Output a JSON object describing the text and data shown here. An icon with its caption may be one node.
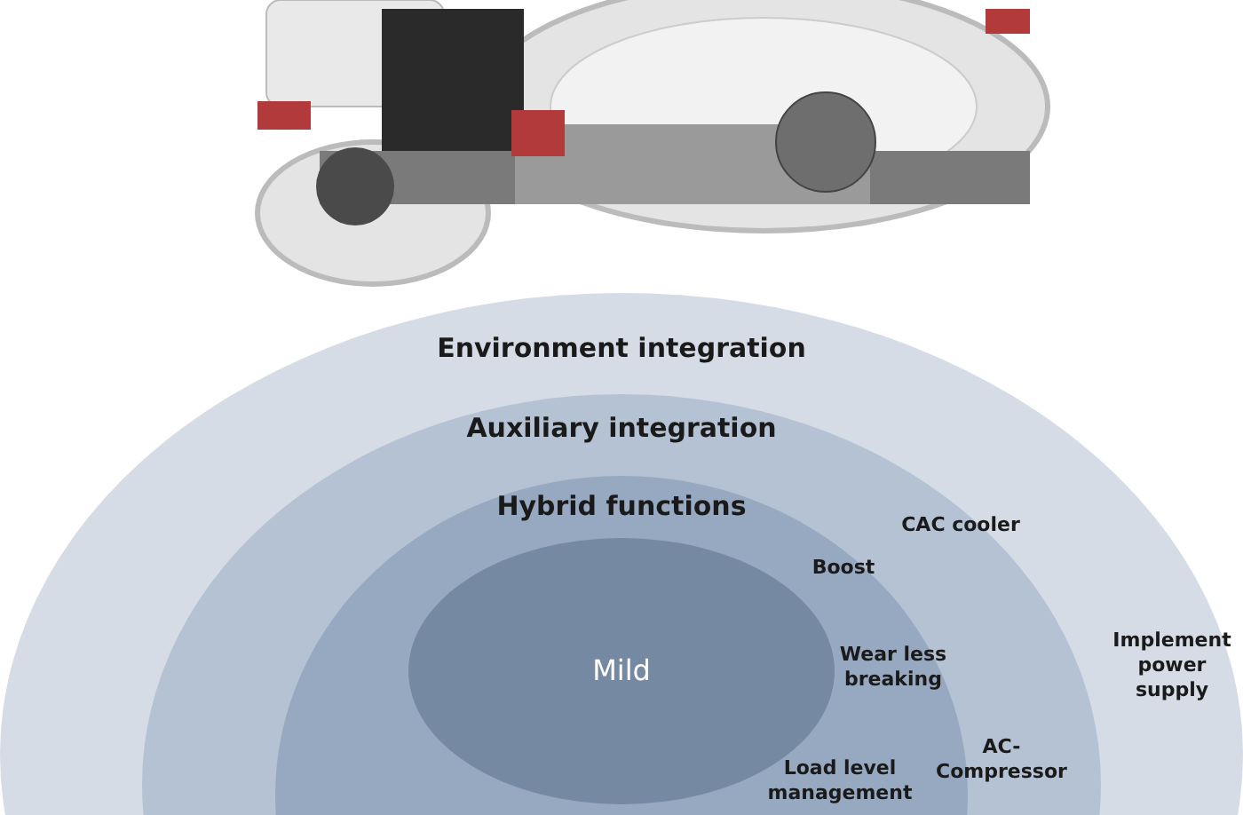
{
  "diagram": {
    "nodes": [
      {
        "text": [
          "Environment integration"
        ]
      },
      {
        "text": [
          "Auxiliary integration"
        ],
        "in": 0
      },
      {
        "text": [
          "Hybrid functions"
        ],
        "in": 1
      },
      {
        "text": [
          "Mild"
        ],
        "in": 2
      }
    ],
    "labels": [
      "CAC cooler",
      "Boost",
      "Wear less breaking",
      "Implement power supply",
      "AC-Compressor",
      "Load level management"
    ]
  }
}
